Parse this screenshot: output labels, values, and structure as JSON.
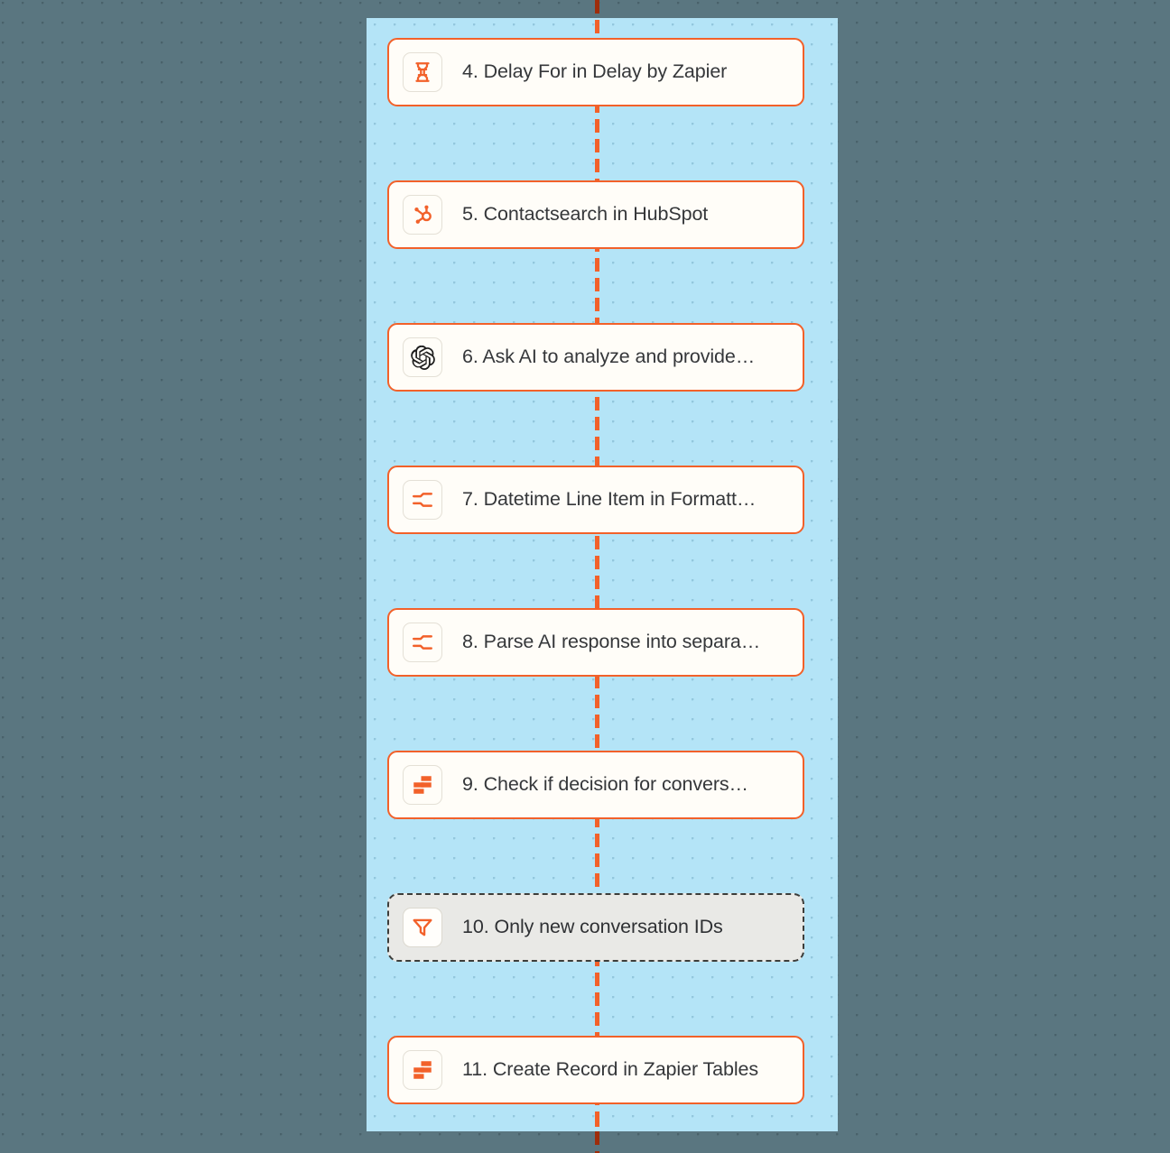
{
  "canvas": {
    "background_color": "#5a7680",
    "highlight_panel_color": "#b4e4f7",
    "accent_color": "#f2612a",
    "connector_color_outside_panel": "#9e2d0b",
    "card_background": "#fffdf8",
    "selected_card_background": "#e9e9e6",
    "text_color": "#35373a"
  },
  "workflow": {
    "steps": [
      {
        "number": "4",
        "label": "4. Delay For in Delay by Zapier",
        "icon": "hourglass-icon",
        "app": "Delay by Zapier",
        "selected": false,
        "truncated": false
      },
      {
        "number": "5",
        "label": "5. Contactsearch in HubSpot",
        "icon": "hubspot-icon",
        "app": "HubSpot",
        "selected": false,
        "truncated": false
      },
      {
        "number": "6",
        "label": "6. Ask AI to analyze and provide…",
        "icon": "openai-icon",
        "app": "ChatGPT",
        "selected": false,
        "truncated": true
      },
      {
        "number": "7",
        "label": "7. Datetime Line Item in Formatt…",
        "icon": "formatter-icon",
        "app": "Formatter by Zapier",
        "selected": false,
        "truncated": true
      },
      {
        "number": "8",
        "label": "8. Parse AI response into separa…",
        "icon": "formatter-icon",
        "app": "Formatter by Zapier",
        "selected": false,
        "truncated": true
      },
      {
        "number": "9",
        "label": "9. Check if decision for convers…",
        "icon": "zapier-tables-icon",
        "app": "Zapier Tables",
        "selected": false,
        "truncated": true
      },
      {
        "number": "10",
        "label": "10. Only new conversation IDs",
        "icon": "filter-icon",
        "app": "Filter by Zapier",
        "selected": true,
        "truncated": false
      },
      {
        "number": "11",
        "label": "11. Create Record in Zapier Tables",
        "icon": "zapier-tables-icon",
        "app": "Zapier Tables",
        "selected": false,
        "truncated": false
      }
    ]
  }
}
